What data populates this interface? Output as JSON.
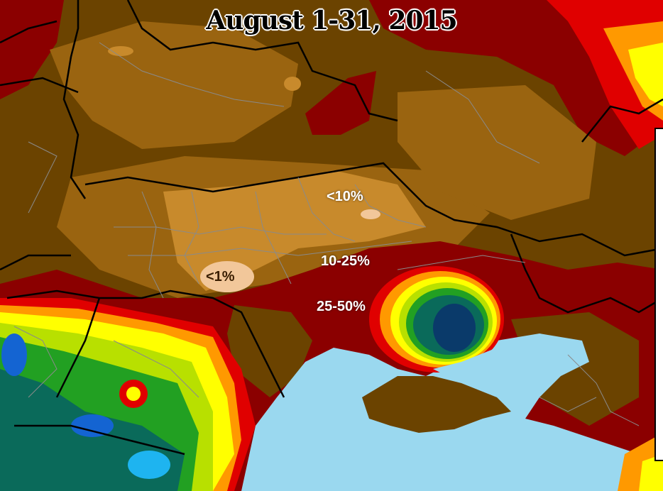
{
  "title": "August 1-31, 2015",
  "labels": {
    "below10": "<10%",
    "range10_25": "10-25%",
    "range25_50": "25-50%",
    "below1": "<1%"
  },
  "colors": {
    "sea": "#9ad8ef",
    "dark_brown": "#6b4300",
    "brown": "#9a6410",
    "light_brown": "#c88a2c",
    "tan": "#f2c79a",
    "maroon": "#8b0000",
    "red": "#e00000",
    "orange": "#ff9900",
    "yellow": "#ffff00",
    "lime": "#b8e000",
    "green": "#22a022",
    "teal": "#0a6a5a",
    "navy": "#0a3a6a",
    "blue": "#1464d2",
    "cyan": "#1eb4f0"
  }
}
